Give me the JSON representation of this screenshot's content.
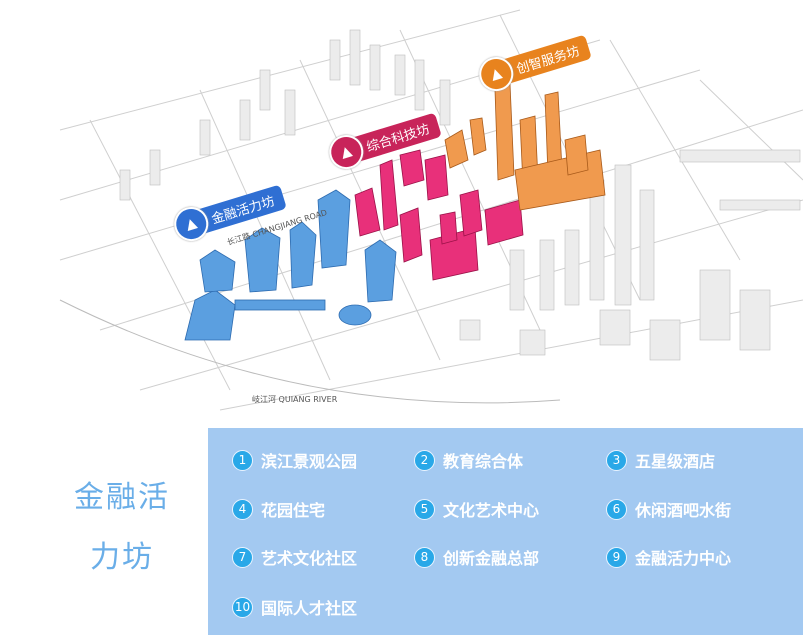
{
  "map": {
    "districts": [
      {
        "label": "金融活力坊",
        "color": "#2f6fd3"
      },
      {
        "label": "综合科技坊",
        "color": "#c8245a"
      },
      {
        "label": "创智服务坊",
        "color": "#e8831e"
      }
    ],
    "road_label": "长江路 CHANGJIANG ROAD",
    "river_label": "岐江河 QUIANG RIVER",
    "building_colors": {
      "blue": "#5b9fe0",
      "pink": "#e8307a",
      "orange": "#f09a4e",
      "gray": "#e4e4e4"
    }
  },
  "title": "金融活力坊",
  "legend": {
    "items": [
      {
        "num": "1",
        "label": "滨江景观公园"
      },
      {
        "num": "2",
        "label": "教育综合体"
      },
      {
        "num": "3",
        "label": "五星级酒店"
      },
      {
        "num": "4",
        "label": "花园住宅"
      },
      {
        "num": "5",
        "label": "文化艺术中心"
      },
      {
        "num": "6",
        "label": "休闲酒吧水街"
      },
      {
        "num": "7",
        "label": "艺术文化社区"
      },
      {
        "num": "8",
        "label": "创新金融总部"
      },
      {
        "num": "9",
        "label": "金融活力中心"
      },
      {
        "num": "10",
        "label": "国际人才社区"
      }
    ]
  }
}
